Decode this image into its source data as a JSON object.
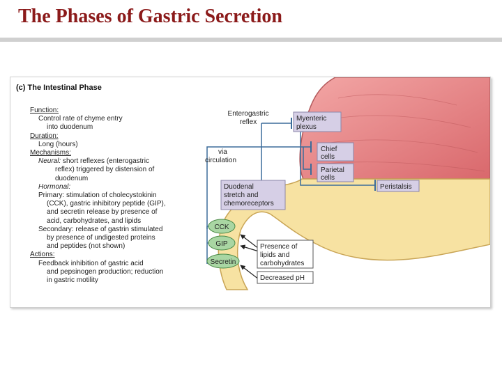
{
  "slide": {
    "title": "The Phases of Gastric Secretion"
  },
  "figure": {
    "caption": "(c) The Intestinal Phase",
    "summary": {
      "function_heading": "Function:",
      "function_line1": "Control rate of chyme entry",
      "function_line2": "into duodenum",
      "duration_heading": "Duration:",
      "duration_value": "Long (hours)",
      "mechanisms_heading": "Mechanisms:",
      "neural_label": "Neural:",
      "neural_line1": "short reflexes (enterogastric",
      "neural_line2": "reflex) triggered by distension of",
      "neural_line3": "duodenum",
      "hormonal_label": "Hormonal:",
      "primary_line1": "Primary: stimulation of cholecystokinin",
      "primary_line2": "(CCK), gastric inhibitory peptide (GIP),",
      "primary_line3": "and secretin release by presence of",
      "primary_line4": "acid, carbohydrates, and lipids",
      "secondary_line1": "Secondary: release of gastrin stimulated",
      "secondary_line2": "by presence of undigested proteins",
      "secondary_line3": "and peptides (not shown)",
      "actions_heading": "Actions:",
      "actions_line1": "Feedback inhibition of gastric acid",
      "actions_line2": "and pepsinogen production; reduction",
      "actions_line3": "in gastric motility"
    },
    "labels": {
      "enterogastric_1": "Enterogastric",
      "enterogastric_2": "reflex",
      "myenteric_1": "Myenteric",
      "myenteric_2": "plexus",
      "via_1": "via",
      "via_2": "circulation",
      "chief_1": "Chief",
      "chief_2": "cells",
      "parietal_1": "Parietal",
      "parietal_2": "cells",
      "peristalsis": "Peristalsis",
      "duodenal_1": "Duodenal",
      "duodenal_2": "stretch and",
      "duodenal_3": "chemoreceptors",
      "cck": "CCK",
      "gip": "GIP",
      "secretin": "Secretin",
      "presence_1": "Presence of",
      "presence_2": "lipids and",
      "presence_3": "carbohydrates",
      "decreased_ph": "Decreased pH"
    },
    "colors": {
      "box_fill": "#d6cfe6",
      "box_stroke": "#8b84a8",
      "hormone_fill": "#a9d6a3",
      "hormone_stroke": "#4b8a47",
      "pathway": "#3b6c9a",
      "stomach_red": "#e07e80",
      "duodenum_yellow": "#f7e2a2"
    }
  }
}
